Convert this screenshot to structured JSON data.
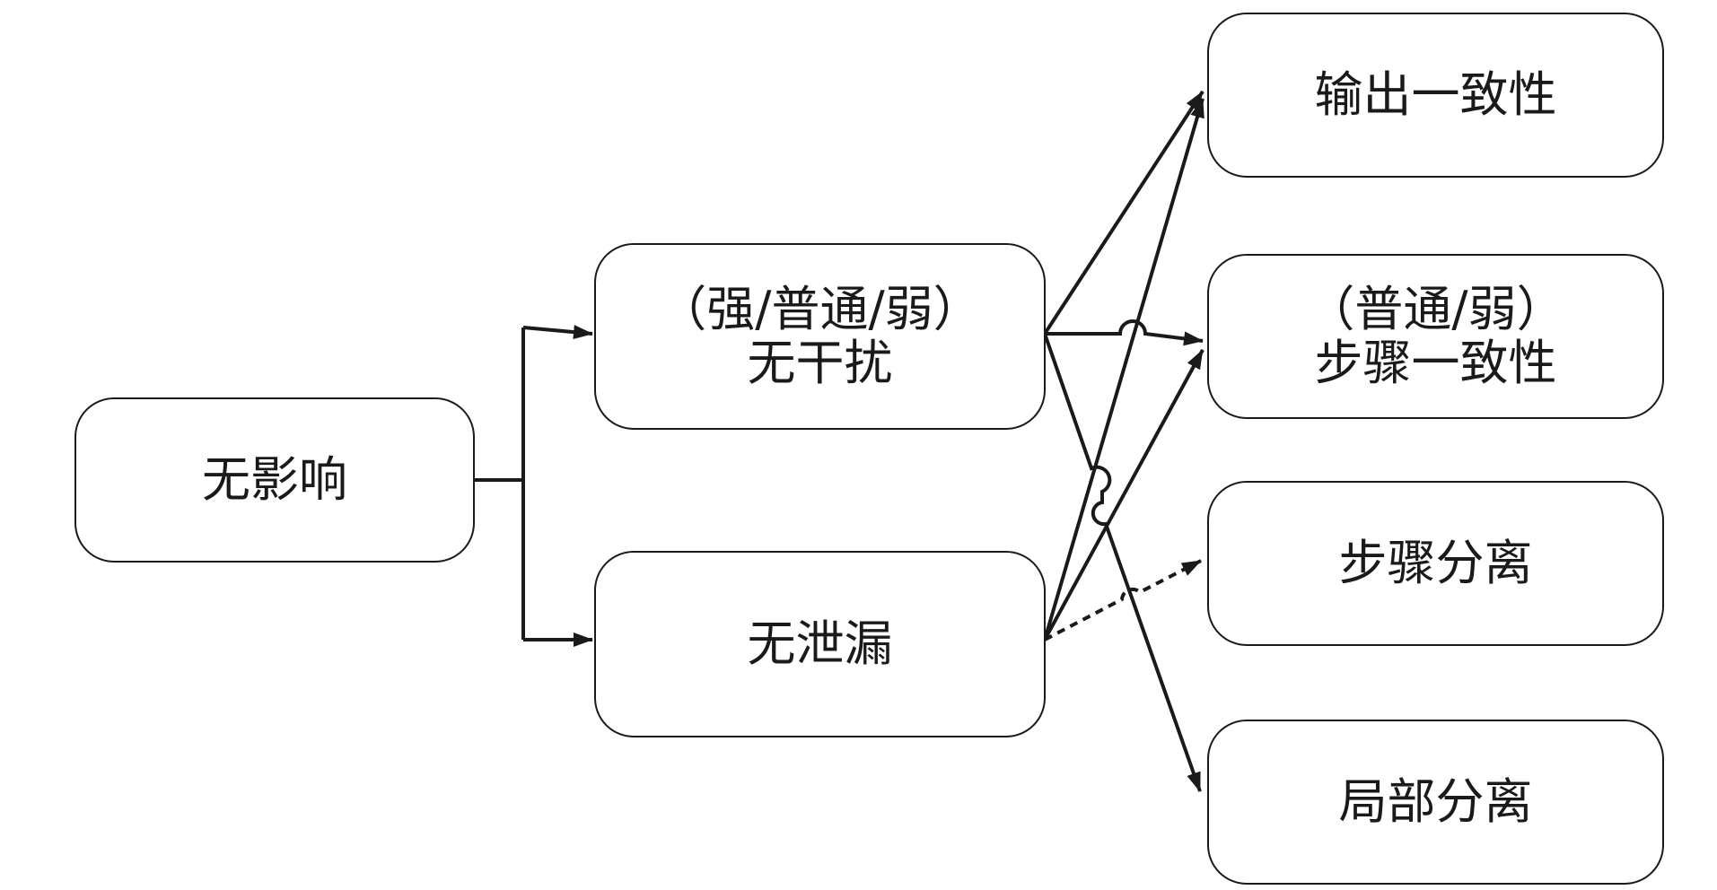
{
  "nodes": {
    "no_effect": {
      "label": "无影响"
    },
    "no_interference": {
      "line1": "（强/普通/弱）",
      "line2": "无干扰"
    },
    "no_leakage": {
      "label": "无泄漏"
    },
    "output_consistency": {
      "label": "输出一致性"
    },
    "step_consistency": {
      "line1": "（普通/弱）",
      "line2": "步骤一致性"
    },
    "step_separation": {
      "label": "步骤分离"
    },
    "partial_separation": {
      "label": "局部分离"
    }
  },
  "colors": {
    "stroke": "#1a1a1a",
    "background": "#ffffff"
  }
}
